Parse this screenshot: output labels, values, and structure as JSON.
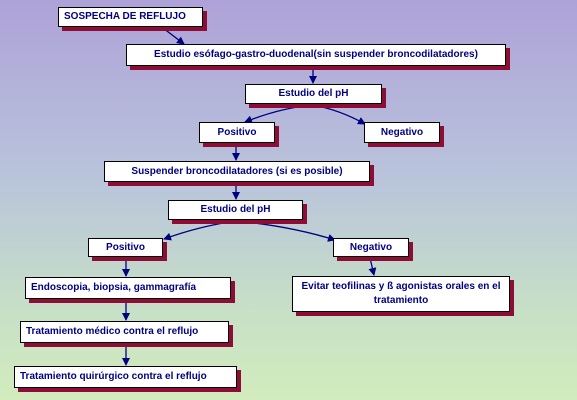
{
  "colors": {
    "box_text": "#000080",
    "box_shadow": "#8e0d37",
    "arrow": "#000080"
  },
  "nodes": {
    "sospecha": "SOSPECHA DE REFLUJO",
    "estudio_egd": "Estudio esófago-gastro-duodenal(sin suspender broncodilatadores)",
    "ph_1": "Estudio del pH",
    "positivo_1": "Positivo",
    "negativo_1": "Negativo",
    "suspender": "Suspender broncodilatadores (si es posible)",
    "ph_2": "Estudio del pH",
    "positivo_2": "Positivo",
    "negativo_2": "Negativo",
    "endoscopia": "Endoscopia, biopsia, gammagrafía",
    "evitar": "Evitar teofilinas y ß agonistas orales en el tratamiento",
    "tratamiento_medico": "Tratamiento médico contra el reflujo",
    "tratamiento_quirurgico": "Tratamiento quirúrgico contra el reflujo"
  }
}
